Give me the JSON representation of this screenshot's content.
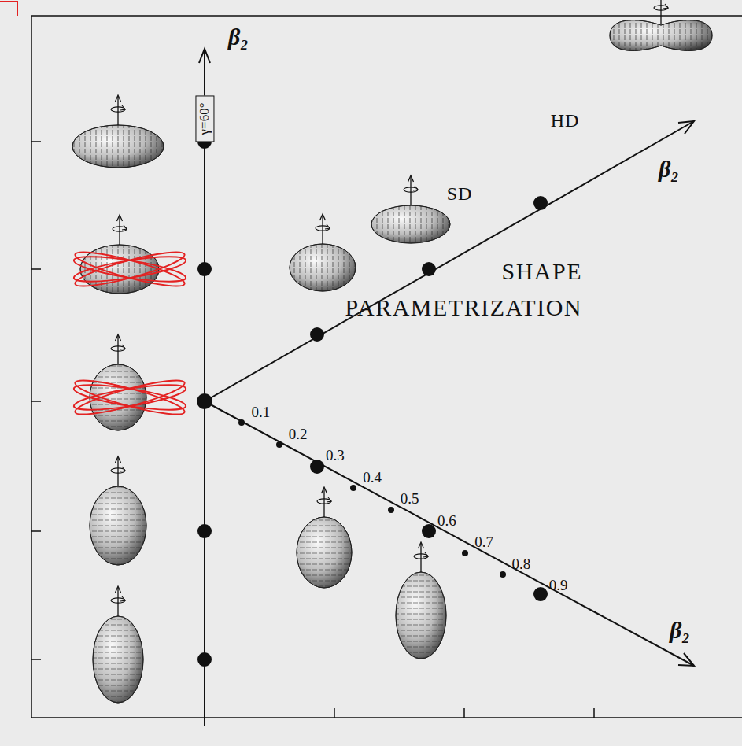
{
  "diagram": {
    "nodes": [
      {
        "text": [
          "γ=60°"
        ]
      }
    ],
    "labels": [
      "β₂",
      "HD",
      "β₂",
      "SD",
      "SHAPE PARAMETRIZATION",
      "0.1",
      "0.2",
      "0.3",
      "0.4",
      "0.5",
      "0.6",
      "0.7",
      "0.8",
      "0.9",
      "β₂"
    ]
  }
}
